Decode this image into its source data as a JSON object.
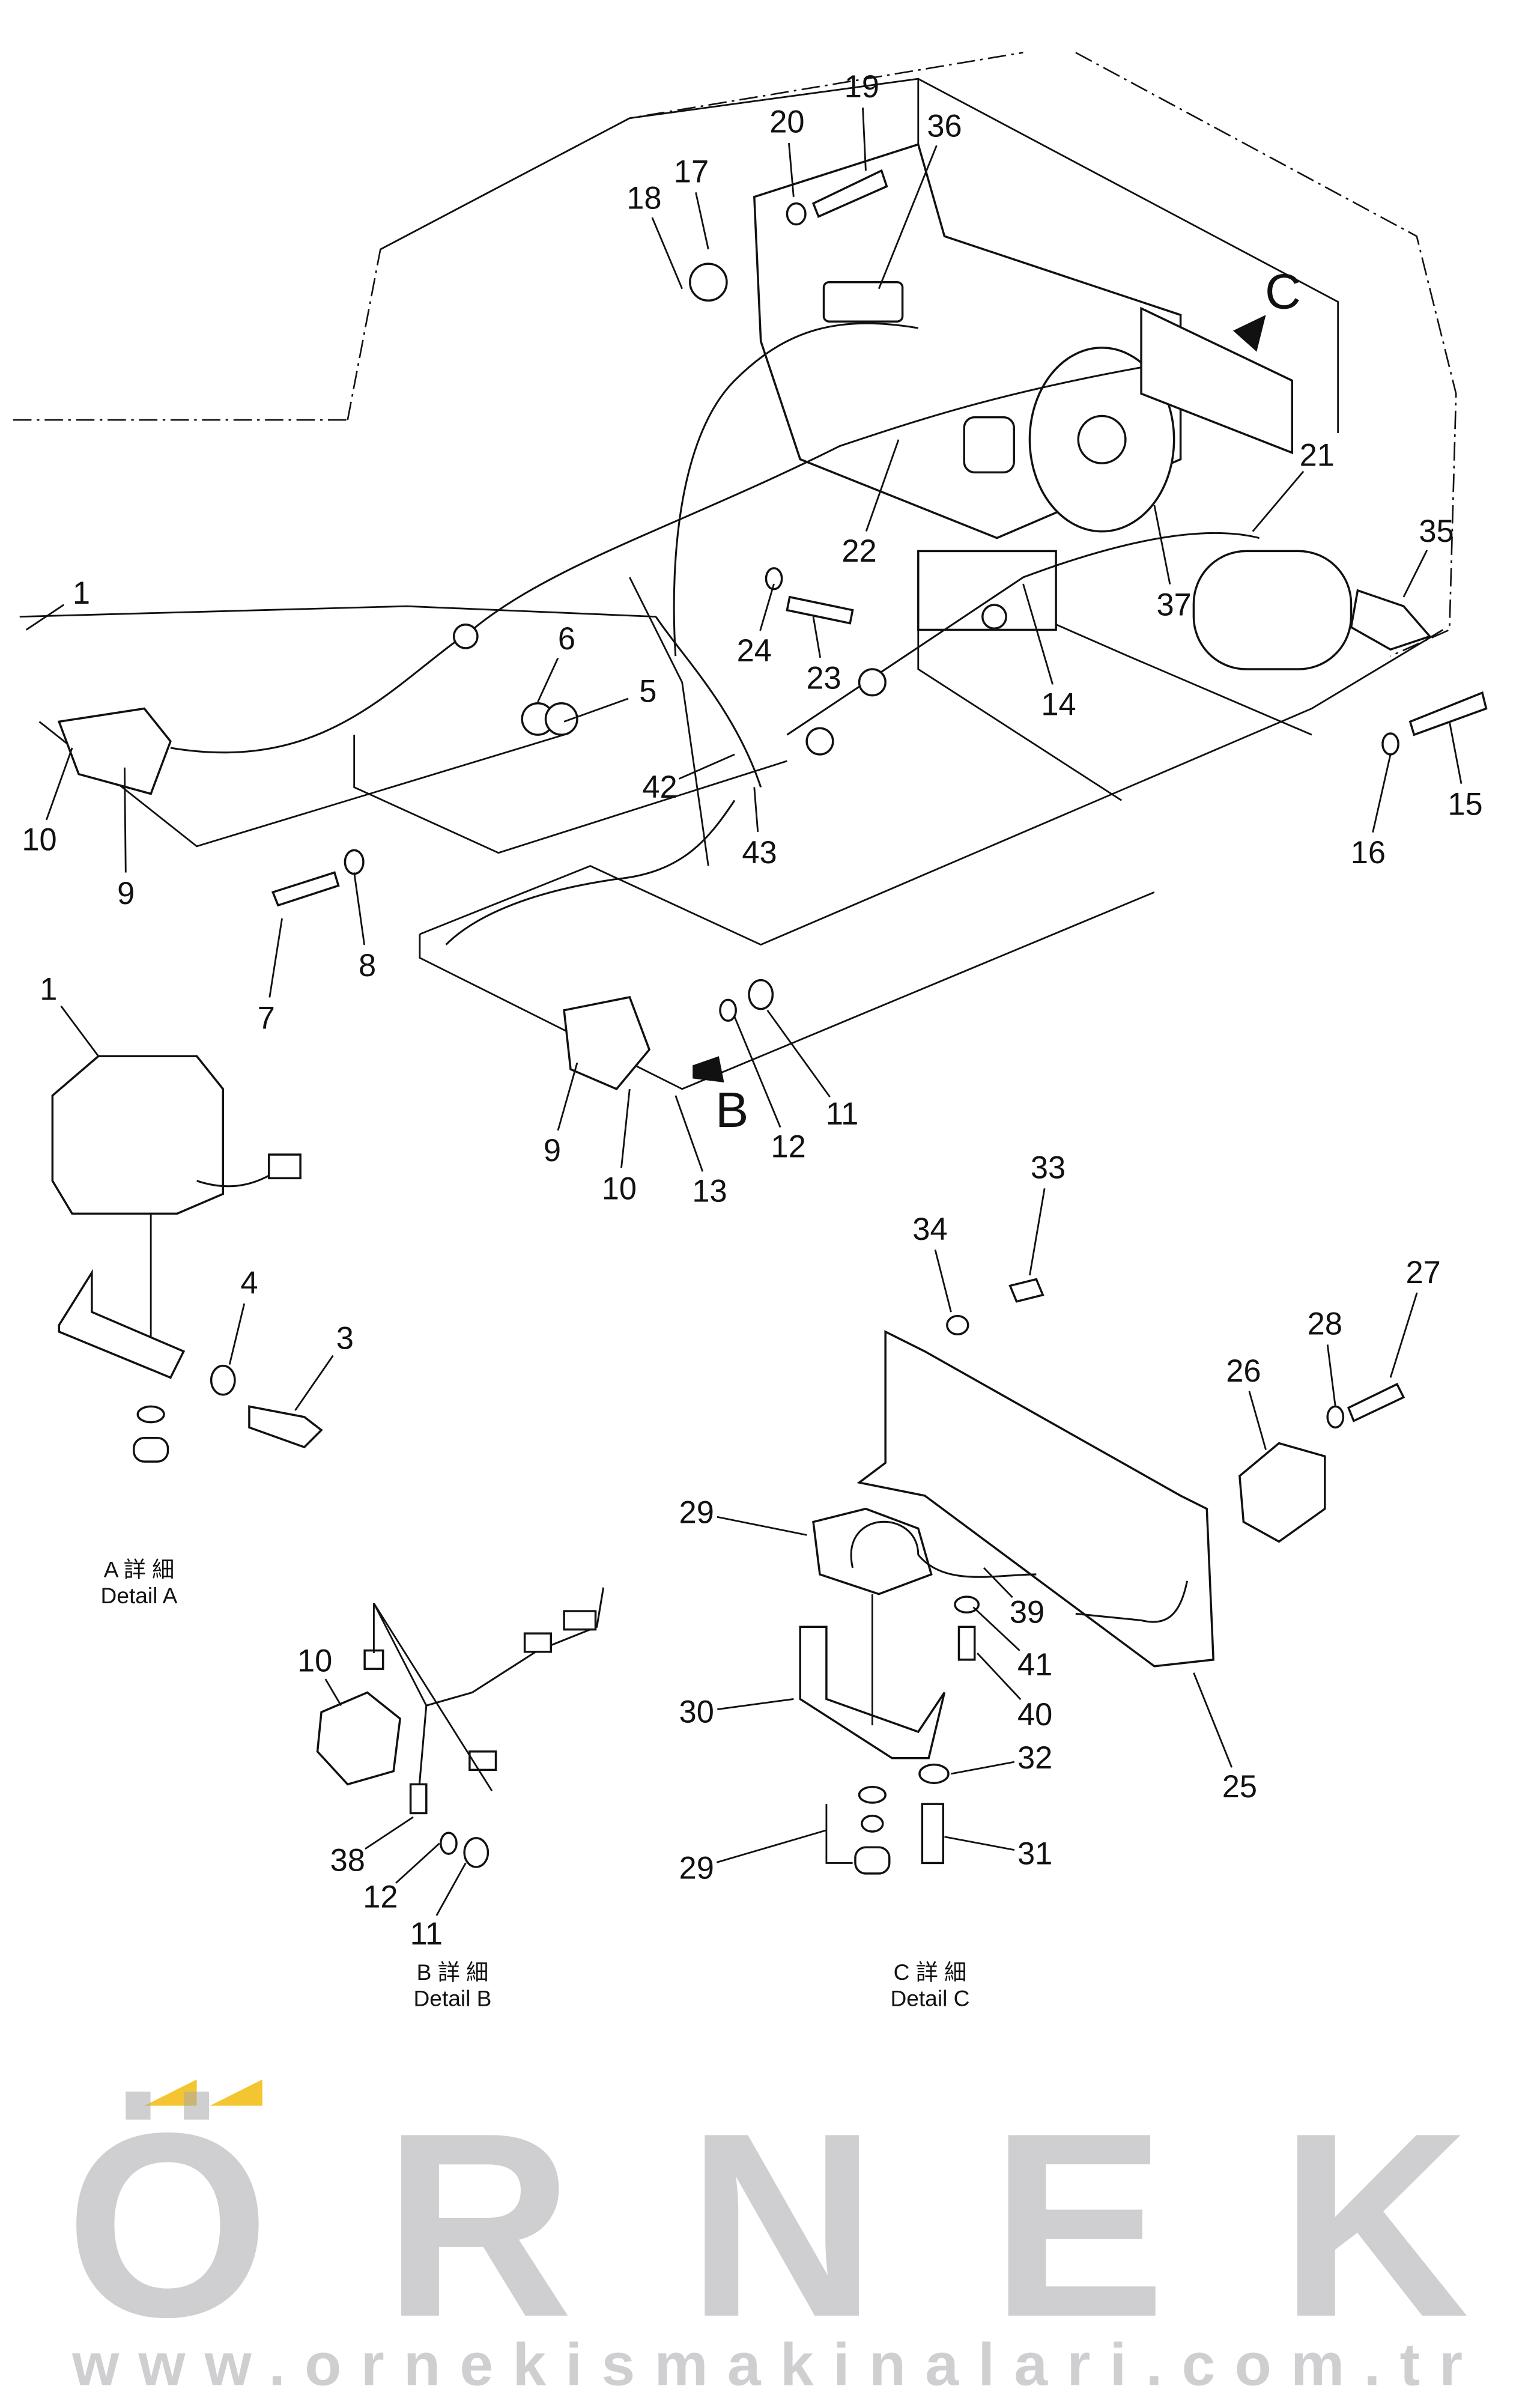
{
  "callouts": [
    "19",
    "20",
    "36",
    "17",
    "18",
    "C",
    "21",
    "35",
    "1",
    "22",
    "37",
    "6",
    "24",
    "5",
    "23",
    "14",
    "42",
    "15",
    "10",
    "43",
    "16",
    "9",
    "8",
    "1",
    "7",
    "B",
    "11",
    "12",
    "9",
    "10",
    "13",
    "33",
    "34",
    "27",
    "4",
    "28",
    "3",
    "26",
    "29",
    "39",
    "10",
    "41",
    "30",
    "40",
    "32",
    "25",
    "38",
    "29",
    "31",
    "12",
    "11"
  ],
  "details": {
    "a": {
      "jp": "A 詳 細",
      "en": "Detail A"
    },
    "b": {
      "jp": "B 詳 細",
      "en": "Detail B"
    },
    "c": {
      "jp": "C 詳 細",
      "en": "Detail C"
    }
  },
  "watermark": {
    "brand": "ÖRNEK",
    "url": "www.ornekismakinalari.com.tr"
  },
  "colors": {
    "watermark": "#a9a9ad",
    "accent": "#f3c531"
  }
}
